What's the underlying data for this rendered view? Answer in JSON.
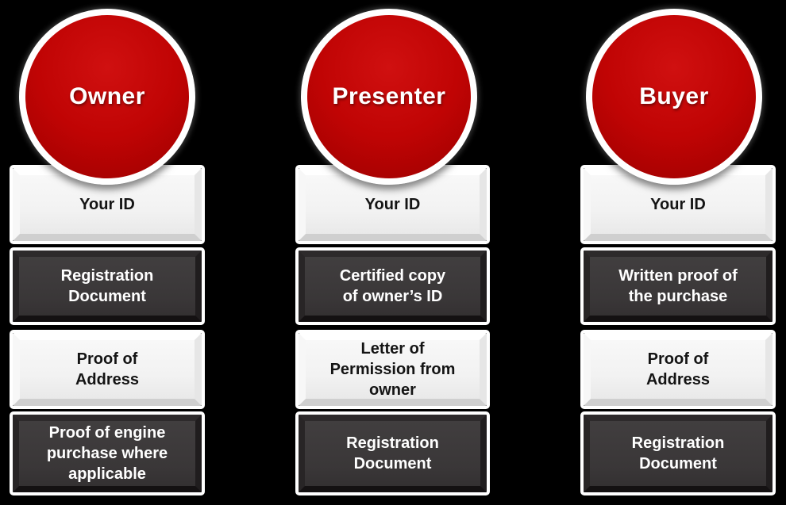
{
  "diagram": {
    "background_color": "#000000",
    "accent_color": "#c00000",
    "dark_box_color": "#3a3738",
    "light_box_color": "#f2f2f2"
  },
  "columns": [
    {
      "title": "Owner",
      "items": [
        {
          "label": "Your ID",
          "variant": "light"
        },
        {
          "label": "Registration\nDocument",
          "variant": "dark"
        },
        {
          "label": "Proof of\nAddress",
          "variant": "light"
        },
        {
          "label": "Proof of engine\npurchase where\napplicable",
          "variant": "dark"
        }
      ]
    },
    {
      "title": "Presenter",
      "items": [
        {
          "label": "Your ID",
          "variant": "light"
        },
        {
          "label": "Certified copy\nof owner’s ID",
          "variant": "dark"
        },
        {
          "label": "Letter of\nPermission from\nowner",
          "variant": "light"
        },
        {
          "label": "Registration\nDocument",
          "variant": "dark"
        }
      ]
    },
    {
      "title": "Buyer",
      "items": [
        {
          "label": "Your ID",
          "variant": "light"
        },
        {
          "label": "Written proof of\nthe purchase",
          "variant": "dark"
        },
        {
          "label": "Proof of\nAddress",
          "variant": "light"
        },
        {
          "label": "Registration\nDocument",
          "variant": "dark"
        }
      ]
    }
  ]
}
